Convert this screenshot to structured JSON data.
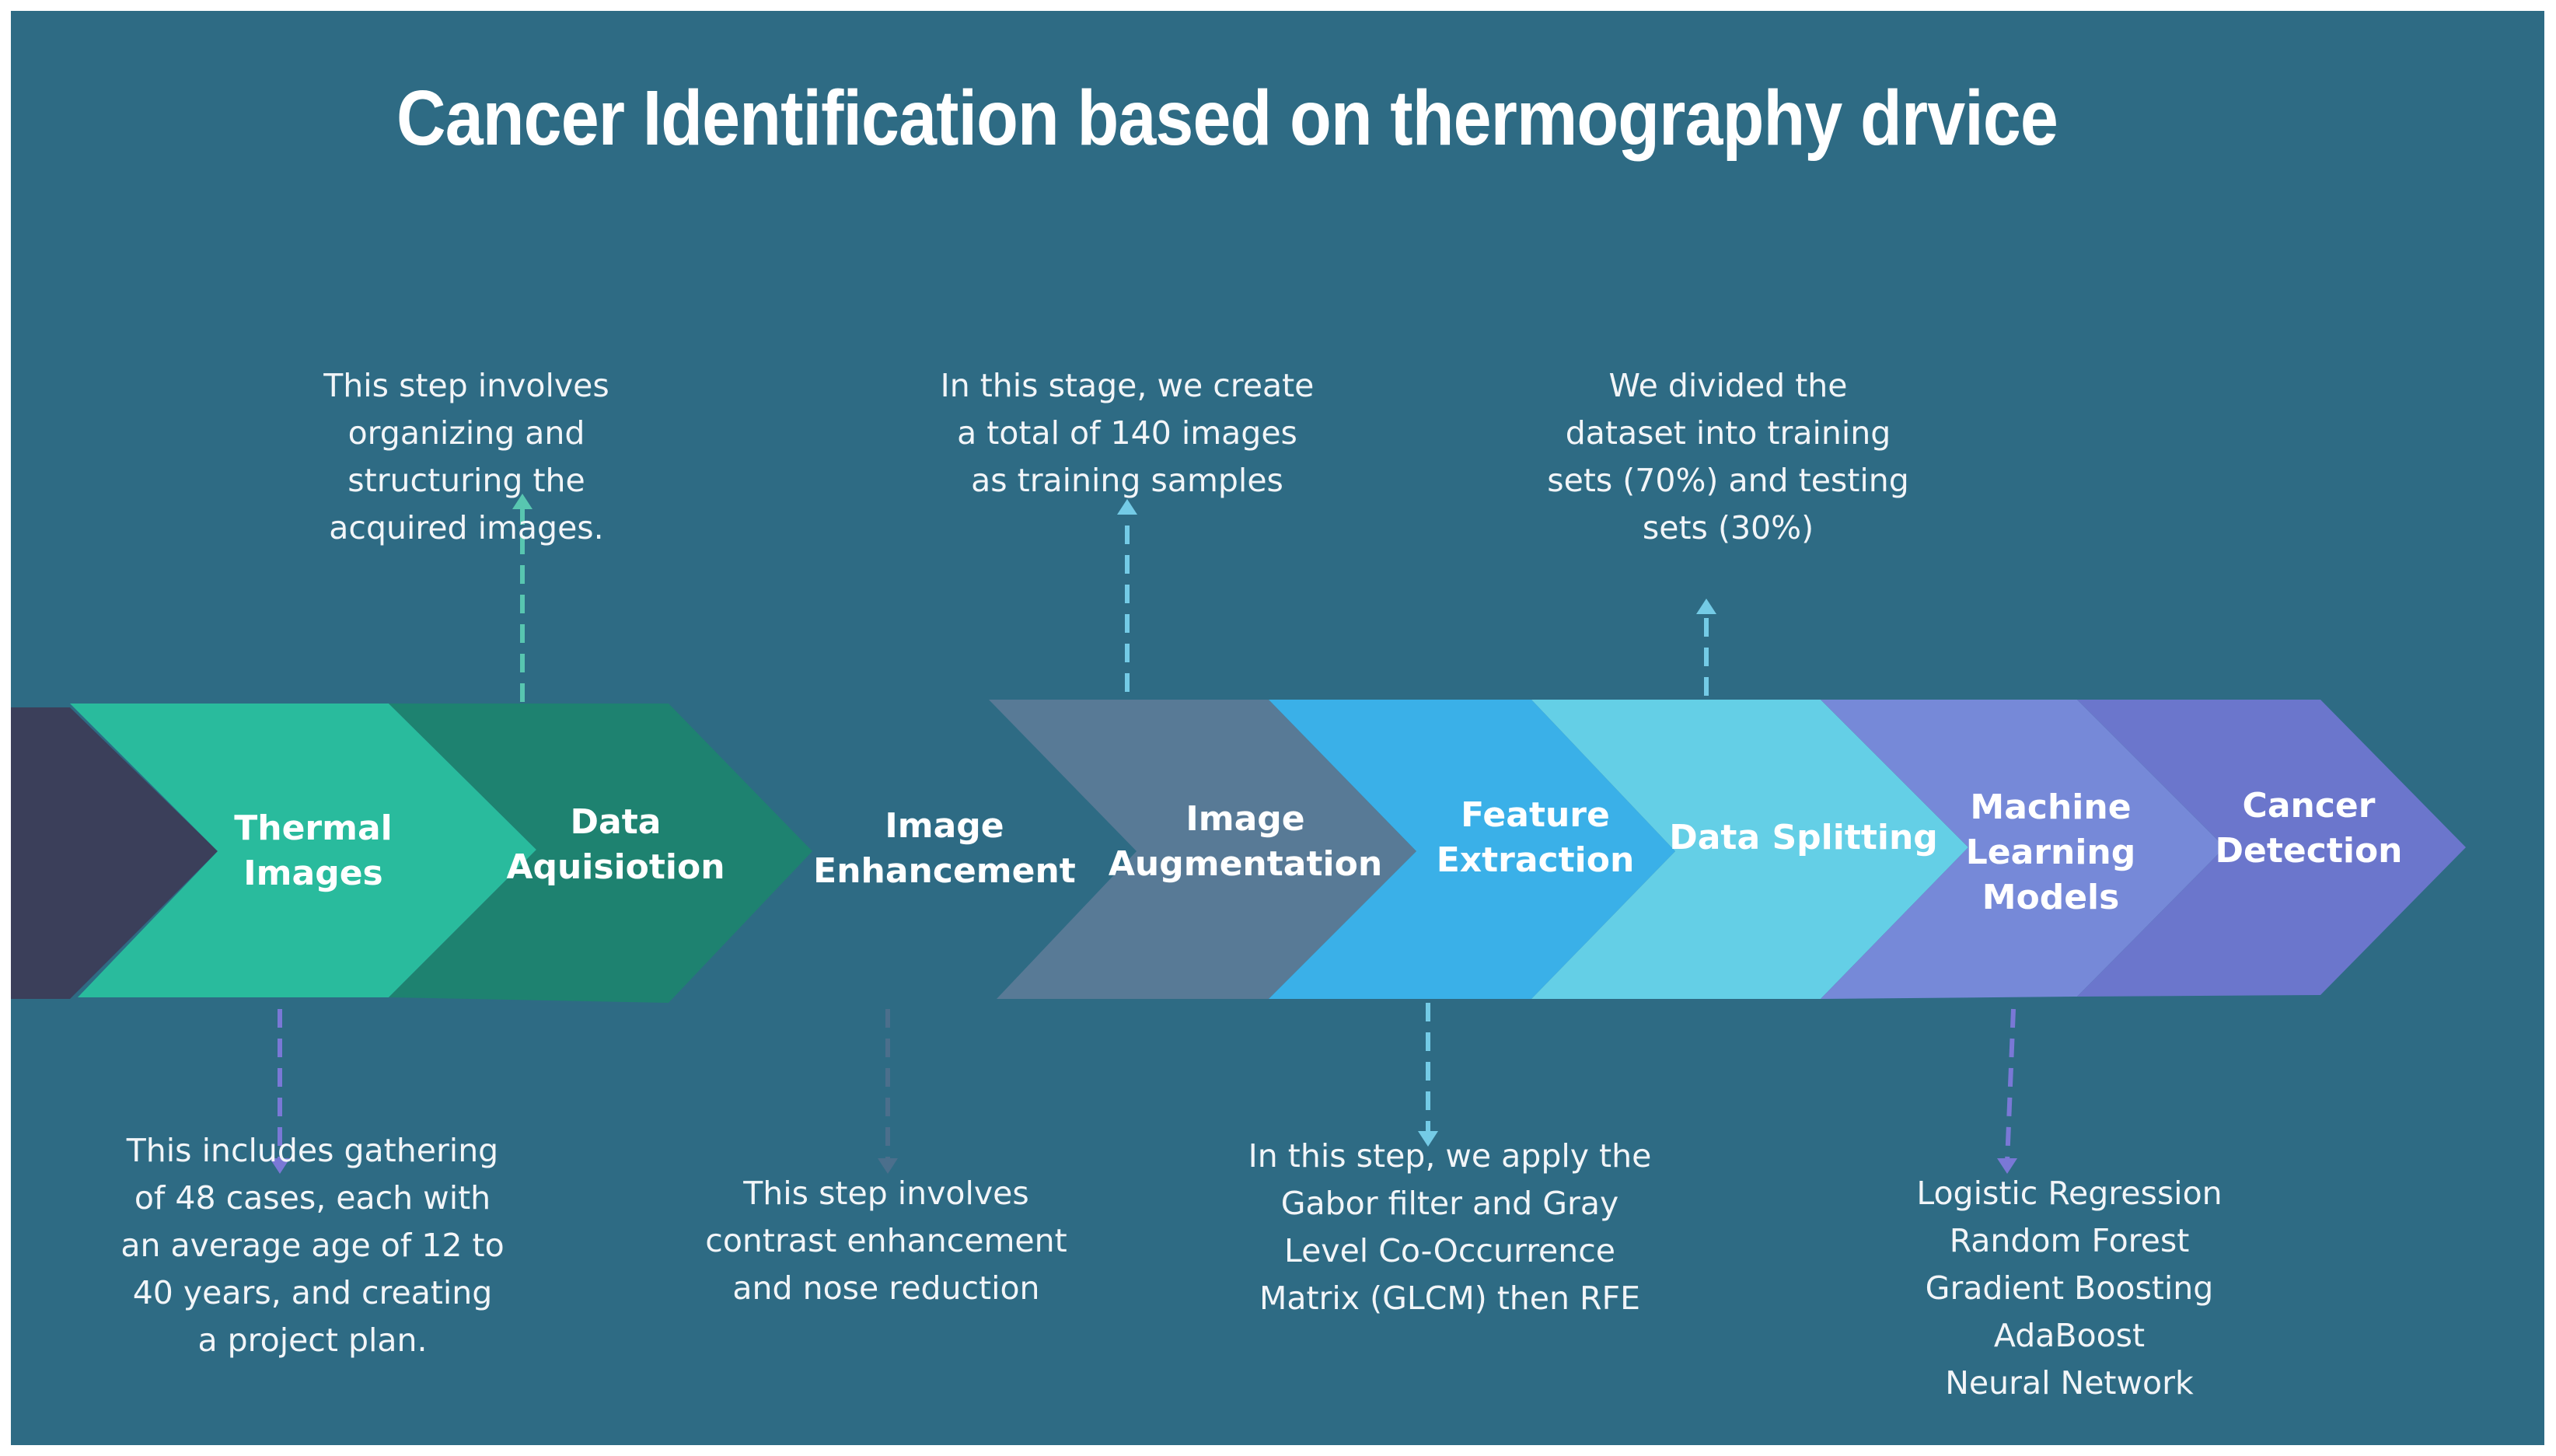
{
  "title": "Cancer Identification based on thermography drvice",
  "colors": {
    "background": "#2e6b84",
    "dark": "#3b3f5a",
    "thermal": "#29bb9d",
    "acquisition": "#1e8270",
    "augmentation": "#587a96",
    "feature": "#3ab0e8",
    "splitting": "#64cfe6",
    "ml": "#7689d8",
    "cancer": "#6b76cc"
  },
  "stages": [
    {
      "label": "Thermal\nImages"
    },
    {
      "label": "Data\nAquisiotion"
    },
    {
      "label": "Image\nEnhancement"
    },
    {
      "label": "Image\nAugmentation"
    },
    {
      "label": "Feature\nExtraction"
    },
    {
      "label": "Data Splitting"
    },
    {
      "label": "Machine\nLearning\nModels"
    },
    {
      "label": "Cancer\nDetection"
    }
  ],
  "notes": {
    "thermal": "This includes  gathering\nof 48 cases, each with\nan average age of 12 to\n40 years, and creating\na project plan.",
    "acquisition": "This step involves\norganizing and\nstructuring the\nacquired images.",
    "enhancement": "This step involves\ncontrast enhancement\nand nose reduction",
    "augmentation": "In this stage, we create\na total of 140 images\nas training samples",
    "feature": "In this step, we apply the\nGabor filter and Gray\nLevel Co-Occurrence\nMatrix (GLCM) then RFE",
    "splitting": "We divided the\ndataset into training\nsets (70%) and testing\nsets (30%)",
    "models": "Logistic Regression\nRandom Forest\nGradient Boosting\nAdaBoost\nNeural Network"
  }
}
